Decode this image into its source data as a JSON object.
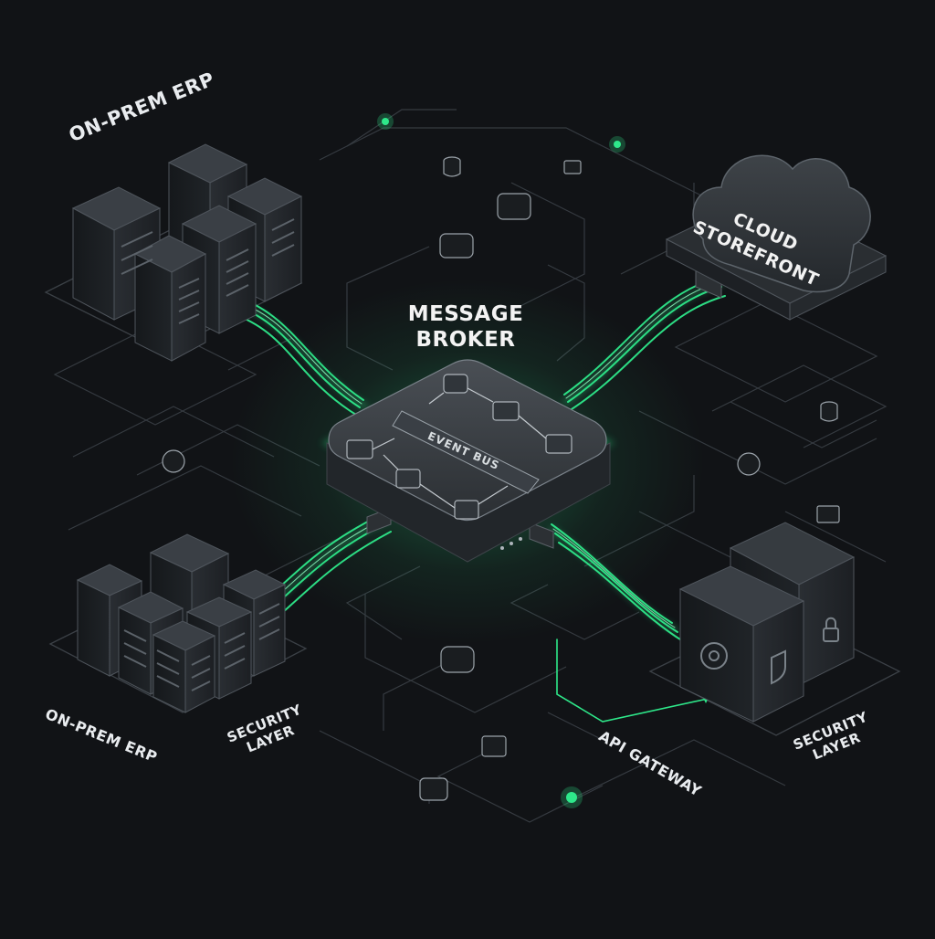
{
  "diagram": {
    "center": {
      "title_line1": "MESSAGE",
      "title_line2": "BROKER",
      "bus_label": "EVENT BUS"
    },
    "nodes": {
      "erp_top": "ON-PREM ERP",
      "erp_bottom": "ON-PREM ERP",
      "cloud_line1": "CLOUD",
      "cloud_line2": "STOREFRONT",
      "api_gateway": "API GATEWAY",
      "security_left_line1": "SECURITY",
      "security_left_line2": "LAYER",
      "security_right_line1": "SECURITY",
      "security_right_line2": "LAYER"
    },
    "icons": [
      "database-icon",
      "cloud-upload-icon",
      "briefcase-icon",
      "network-icon",
      "clock-icon",
      "queue-icon",
      "grid-icon",
      "share-icon",
      "chip-icon",
      "shield-icon",
      "lock-icon",
      "gear-icon",
      "image-icon",
      "dot-grid-icon",
      "plug-icon"
    ],
    "colors": {
      "background": "#111316",
      "accent": "#2ee88a",
      "line": "#3a4046",
      "device": "#23272b"
    }
  }
}
